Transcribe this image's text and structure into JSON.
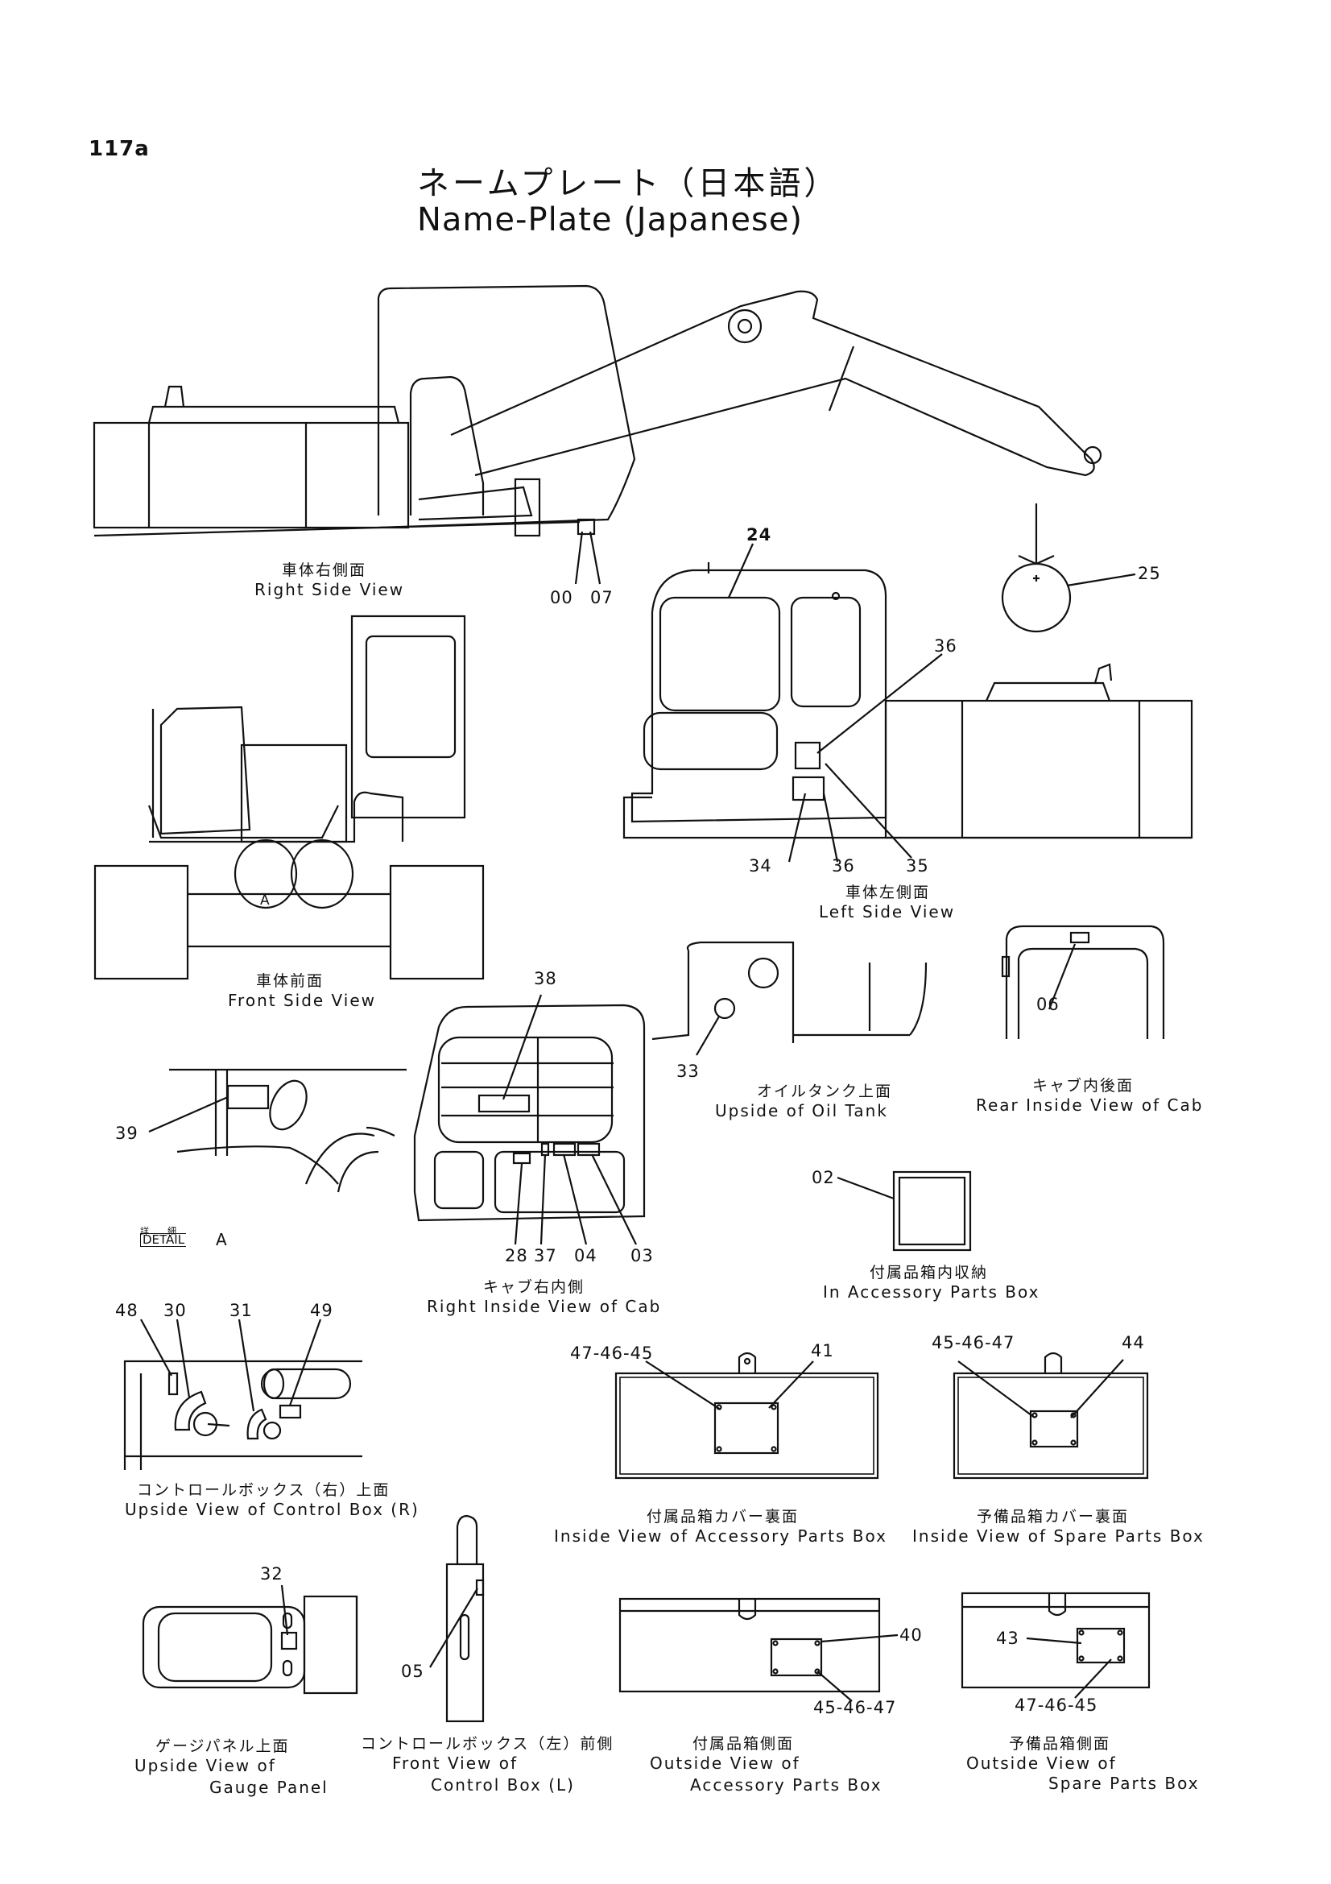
{
  "page_number": "117a",
  "title_jp": "ネームプレート（日本語）",
  "title_en": "Name-Plate (Japanese)",
  "views": {
    "right_side": {
      "jp": "車体右側面",
      "en": "Right Side View"
    },
    "left_side": {
      "jp": "車体左側面",
      "en": "Left Side View"
    },
    "front_side": {
      "jp": "車体前面",
      "en": "Front Side View"
    },
    "oil_tank": {
      "jp": "オイルタンク上面",
      "en": "Upside of Oil Tank"
    },
    "rear_cab": {
      "jp": "キャブ内後面",
      "en": "Rear Inside View of Cab"
    },
    "right_cab": {
      "jp": "キャブ右内側",
      "en": "Right Inside View of Cab"
    },
    "accessory_box_in": {
      "jp": "付属品箱内収納",
      "en": "In Accessory Parts Box"
    },
    "control_box_r": {
      "jp": "コントロールボックス（右）上面",
      "en": "Upside View of Control Box (R)"
    },
    "accessory_cover": {
      "jp": "付属品箱カバー裏面",
      "en": "Inside View of Accessory Parts Box"
    },
    "spare_cover": {
      "jp": "予備品箱カバー裏面",
      "en": "Inside View of Spare Parts Box"
    },
    "gauge_panel": {
      "jp": "ゲージパネル上面",
      "en1": "Upside View of",
      "en2": "Gauge Panel"
    },
    "control_box_l": {
      "jp": "コントロールボックス（左）前側",
      "en1": "Front View of",
      "en2": "Control Box (L)"
    },
    "accessory_side": {
      "jp": "付属品箱側面",
      "en1": "Outside View of",
      "en2": "Accessory Parts Box"
    },
    "spare_side": {
      "jp": "予備品箱側面",
      "en1": "Outside View of",
      "en2": "Spare Parts Box"
    }
  },
  "detail": {
    "jp": "詳　細",
    "en": "DETAIL",
    "letter": "A"
  },
  "letter_a": "A",
  "callouts": {
    "c00": "00",
    "c07": "07",
    "c24": "24",
    "c25": "25",
    "c36a": "36",
    "c36b": "36",
    "c34": "34",
    "c35": "35",
    "c38": "38",
    "c06": "06",
    "c33": "33",
    "c39": "39",
    "c28": "28",
    "c37": "37",
    "c04": "04",
    "c03": "03",
    "c02": "02",
    "c48": "48",
    "c30": "30",
    "c31": "31",
    "c49": "49",
    "c474645a": "47-46-45",
    "c41": "41",
    "c454647a": "45-46-47",
    "c44": "44",
    "c32": "32",
    "c05": "05",
    "c40": "40",
    "c454647b": "45-46-47",
    "c43": "43",
    "c474645b": "47-46-45"
  }
}
